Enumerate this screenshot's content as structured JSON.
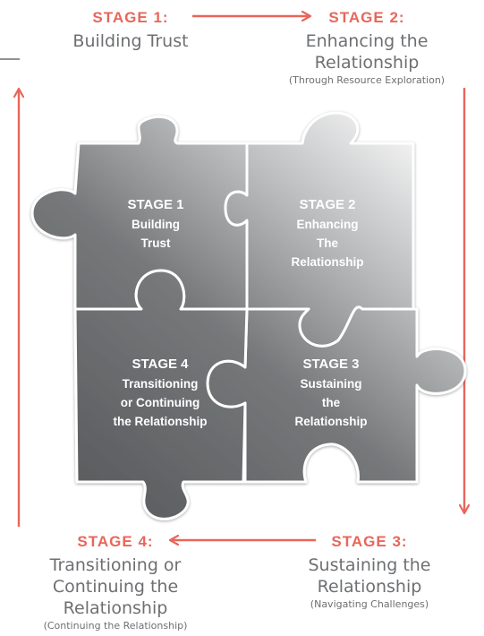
{
  "colors": {
    "accent": "#e8665a",
    "caption_text": "#6d6f72",
    "piece_dark": "#626466",
    "piece_light": "#f2f2f2"
  },
  "stages": {
    "stage1": {
      "heading": "STAGE 1:",
      "name": [
        "Building Trust"
      ],
      "sub": ""
    },
    "stage2": {
      "heading": "STAGE 2:",
      "name": [
        "Enhancing the",
        "Relationship"
      ],
      "sub": "(Through Resource Exploration)"
    },
    "stage3": {
      "heading": "STAGE 3:",
      "name": [
        "Sustaining the",
        "Relationship"
      ],
      "sub": "(Navigating Challenges)"
    },
    "stage4": {
      "heading": "STAGE 4:",
      "name": [
        "Transitioning or",
        "Continuing the",
        "Relationship"
      ],
      "sub": "(Continuing the Relationship)"
    }
  },
  "pieces": {
    "p1": {
      "title": "STAGE 1",
      "lines": [
        "Building",
        "Trust"
      ]
    },
    "p2": {
      "title": "STAGE 2",
      "lines": [
        "Enhancing",
        "The",
        "Relationship"
      ]
    },
    "p3": {
      "title": "STAGE 3",
      "lines": [
        "Sustaining",
        "the",
        "Relationship"
      ]
    },
    "p4": {
      "title": "STAGE 4",
      "lines": [
        "Transitioning",
        "or Continuing",
        "the Relationship"
      ]
    }
  }
}
